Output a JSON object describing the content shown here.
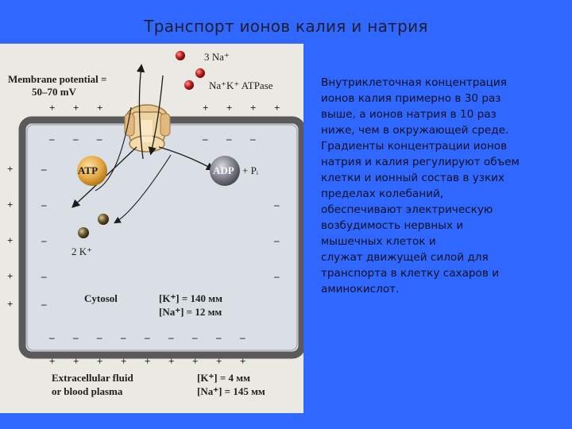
{
  "title": "Транспорт ионов калия и натрия",
  "figure": {
    "membrane_potential_label": "Membrane potential =",
    "membrane_potential_value": "50–70 mV",
    "na_out": "3 Na⁺",
    "pump_label": "Na⁺K⁺ ATPase",
    "atp": "ATP",
    "adp": "ADP",
    "pi": "+ Pᵢ",
    "k_in": "2 K⁺",
    "cytosol": "Cytosol",
    "cyto_k": "[K⁺] = 140 мм",
    "cyto_na": "[Na⁺] = 12 мм",
    "extra_label_1": "Extracellular fluid",
    "extra_label_2": "or blood plasma",
    "extra_k": "[K⁺] = 4 мм",
    "extra_na": "[Na⁺] = 145 мм",
    "plus": "+",
    "minus": "–"
  },
  "body_lines": [
    "Внутриклеточная концентрация",
    "ионов калия примерно в 30 раз",
    "выше, а ионов натрия в 10 раз",
    "ниже, чем в окружающей среде.",
    "Градиенты концентрации ионов",
    "натрия и калия регулируют объем",
    "клетки и ионный состав в узких",
    "пределах колебаний,",
    "обеспечивают электрическую",
    "возбудимость нервных и",
    "мышечных клеток и",
    "служат движущей силой для",
    "транспорта в клетку сахаров и",
    "аминокислот."
  ],
  "colors": {
    "background": "#2f67ff",
    "cell_border": "#5a5a5a",
    "cell_fill": "#dadfe6",
    "pump": "#e8c890",
    "na_ion": "#c81e1e",
    "k_ion": "#5a4a2a"
  }
}
